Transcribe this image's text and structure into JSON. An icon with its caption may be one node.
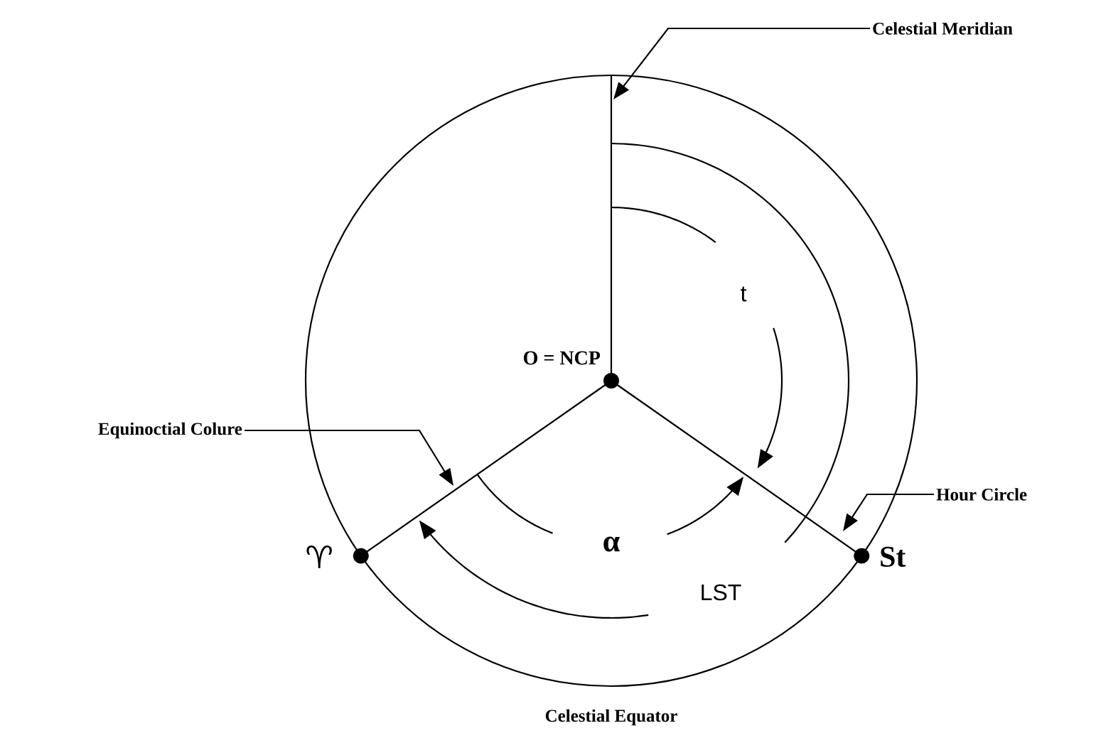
{
  "diagram": {
    "nodes": [
      {
        "text": [
          "Celestial Meridian"
        ]
      },
      {
        "text": [
          "Equinoctial Colure"
        ]
      },
      {
        "text": [
          "Hour Circle"
        ]
      }
    ],
    "edges": [
      {
        "from": 0,
        "to": null,
        "arrow": "to"
      },
      {
        "from": 1,
        "to": null,
        "arrow": "to"
      },
      {
        "from": 2,
        "to": null,
        "arrow": "to"
      }
    ],
    "labels": [
      "O = NCP",
      "t",
      "♈",
      "α",
      "St",
      "LST",
      "Celestial Equator"
    ]
  }
}
